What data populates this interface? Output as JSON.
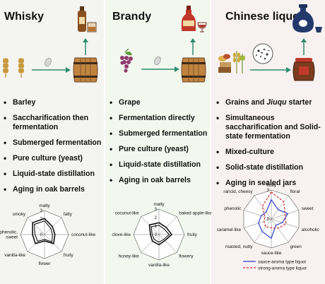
{
  "whisky": {
    "title": "Whisky",
    "facts": [
      "Barley",
      "Saccharification then fermentation",
      "Submerged fermentation",
      "Pure culture (yeast)",
      "Liquid-state distillation",
      "Aging in oak barrels"
    ],
    "radar": {
      "axes": [
        "malty",
        "fatty",
        "coconut-like",
        "fruity",
        "flower",
        "vanilla-like",
        "phenolic, sweet",
        "smoky"
      ],
      "ticks": [
        "0",
        "2",
        "3"
      ],
      "max": 3
    }
  },
  "brandy": {
    "title": "Brandy",
    "facts": [
      "Grape",
      "Fermentation directly",
      "Submerged fermentation",
      "Pure culture (yeast)",
      "Liquid-state distillation",
      "Aging in oak barrels"
    ],
    "radar": {
      "axes": [
        "malty",
        "baked apple-like",
        "fruity",
        "flowery",
        "vanilla-like",
        "honey-like",
        "clove-like",
        "coconut-like"
      ],
      "ticks": [
        "0",
        "1",
        "2",
        "3"
      ],
      "max": 3
    }
  },
  "liquor": {
    "title": "Chinese liquor",
    "facts": [
      "Grains and |Jiuqu| starter",
      "Simultaneous saccharification and Solid-state fermentation",
      "Mixed-culture",
      "Solid-state distillation",
      "Aging in sealed jars"
    ],
    "radar": {
      "axes": [
        "fruity",
        "floral",
        "sweet",
        "alcoholic",
        "green",
        "sauce-like",
        "roasted, nutty",
        "caramel-like",
        "phenolic",
        "rancid, cheesy"
      ],
      "ticks": [
        "0",
        "3"
      ],
      "max": 3
    },
    "legend": [
      "sauce-aroma type liquor",
      "strong-aroma type liquor"
    ]
  },
  "chart_data": [
    {
      "type": "radar",
      "axes": [
        "malty",
        "fatty",
        "coconut-like",
        "fruity",
        "flower",
        "vanilla-like",
        "phenolic, sweet",
        "smoky"
      ],
      "range": [
        0,
        3
      ],
      "series": [
        {
          "values": [
            2.0,
            1.4,
            1.3,
            1.6,
            0.8,
            1.6,
            1.5,
            2.1
          ]
        },
        {
          "values": [
            1.7,
            1.1,
            1.0,
            1.3,
            0.6,
            1.2,
            1.2,
            1.8
          ]
        }
      ]
    },
    {
      "type": "radar",
      "axes": [
        "malty",
        "baked apple-like",
        "fruity",
        "flowery",
        "vanilla-like",
        "honey-like",
        "clove-like",
        "coconut-like"
      ],
      "range": [
        0,
        3
      ],
      "series": [
        {
          "values": [
            1.4,
            1.2,
            1.5,
            1.0,
            1.2,
            1.1,
            1.0,
            1.6
          ]
        },
        {
          "values": [
            1.1,
            0.9,
            1.2,
            0.8,
            0.9,
            0.8,
            0.8,
            1.3
          ]
        }
      ]
    },
    {
      "type": "radar",
      "axes": [
        "fruity",
        "floral",
        "sweet",
        "alcoholic",
        "green",
        "sauce-like",
        "roasted, nutty",
        "caramel-like",
        "phenolic",
        "rancid, cheesy"
      ],
      "range": [
        0,
        3
      ],
      "series": [
        {
          "name": "sauce-aroma type liquor",
          "values": [
            2.0,
            1.2,
            1.8,
            1.2,
            0.8,
            2.0,
            1.6,
            1.4,
            1.1,
            0.9
          ],
          "color": "#2b3fd1",
          "dash": "solid"
        },
        {
          "name": "strong-aroma type liquor",
          "values": [
            2.8,
            2.2,
            1.5,
            1.6,
            1.2,
            0.9,
            1.0,
            0.8,
            0.7,
            1.6
          ],
          "color": "#d42a2a",
          "dash": "dashed"
        }
      ]
    }
  ],
  "colors": {
    "arrow": "#2e8b6e",
    "wood": "#b07a3a",
    "bottle": "#8a4f1f",
    "red_bottle": "#c0392b"
  }
}
